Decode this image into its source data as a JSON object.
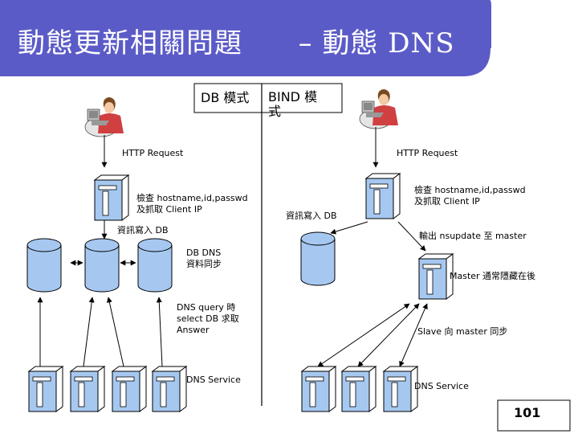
{
  "slide": {
    "title": "動態更新相關問題",
    "title_suffix_dash": "–",
    "title_suffix_word": "動態",
    "title_suffix_dns": "DNS",
    "page_number": "101"
  },
  "colors": {
    "header": "#5B5BC8",
    "server_face": "#A6C8F0",
    "outline": "#000000"
  },
  "modes": {
    "db_mode": "DB 模式",
    "bind_mode": "BIND 模式"
  },
  "left": {
    "http_request": "HTTP Request",
    "check_text": "檢查 hostname,id,passwd 及抓取 Client IP",
    "write_db": "資訊寫入 DB",
    "db_sync": "DB DNS 資料同步",
    "query_text": "DNS query 時 select DB 求取 Answer",
    "dns_service": "DNS Service"
  },
  "right": {
    "http_request": "HTTP Request",
    "check_text": "檢查 hostname,id,passwd 及抓取 Client IP",
    "write_db": "資訊寫入 DB",
    "nsupdate": "輸出 nsupdate 至 master",
    "master_hidden": "Master 通常隱藏在後",
    "slave_sync": "Slave 向 master 同步",
    "dns_service": "DNS Service"
  },
  "icons": {
    "person": "person-at-computer-icon",
    "server": "server-tower-icon",
    "database": "database-cylinder-icon"
  }
}
